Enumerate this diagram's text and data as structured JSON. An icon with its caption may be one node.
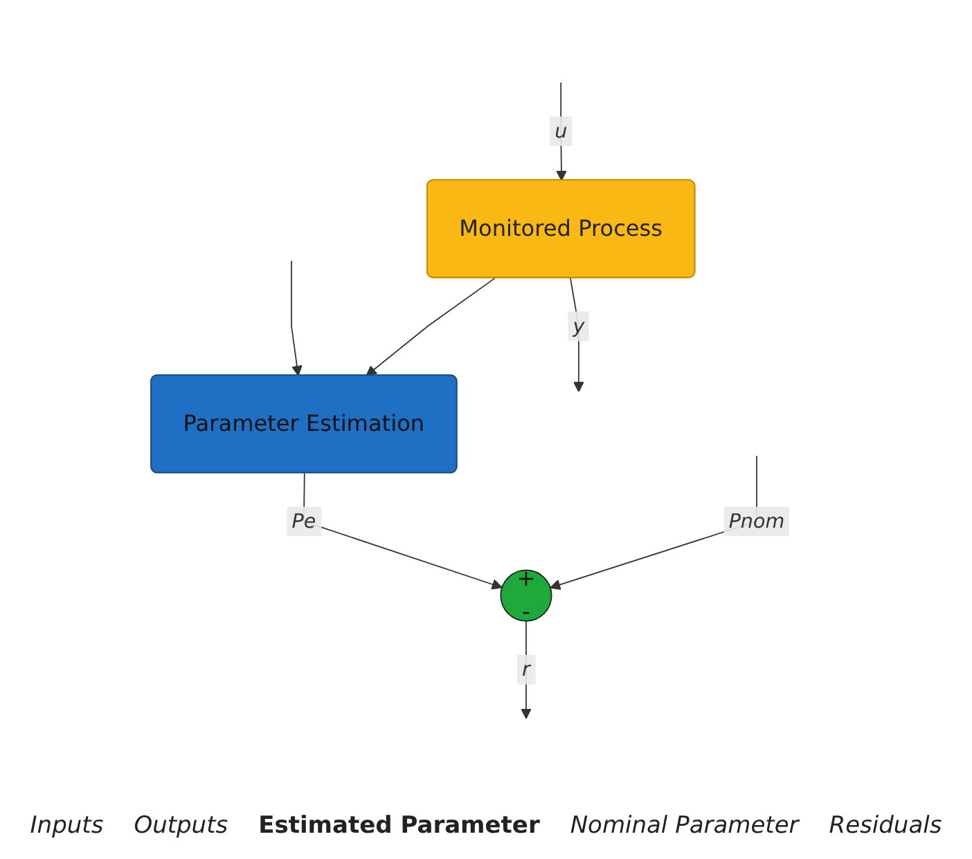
{
  "diagram": {
    "nodes": [
      {
        "text": [
          "Monitored Process"
        ]
      },
      {
        "text": [
          "Parameter Estimation"
        ]
      },
      {
        "text": [
          "+",
          "-"
        ]
      }
    ],
    "edges": [
      {
        "from": null,
        "to": 0,
        "arrow": "to",
        "label": "u"
      },
      {
        "from": null,
        "to": 1,
        "arrow": "to"
      },
      {
        "from": 0,
        "to": null,
        "arrow": "to",
        "label": "y"
      },
      {
        "from": 0,
        "to": 1,
        "arrow": "to"
      },
      {
        "from": 1,
        "to": 2,
        "arrow": "to",
        "label": "Pe"
      },
      {
        "from": null,
        "to": 2,
        "arrow": "to",
        "label": "Pnom"
      },
      {
        "from": 2,
        "to": null,
        "arrow": "to",
        "label": "r"
      }
    ],
    "labels": [
      "Inputs",
      "Outputs",
      "Estimated Parameter",
      "Nominal Parameter",
      "Residuals"
    ]
  }
}
